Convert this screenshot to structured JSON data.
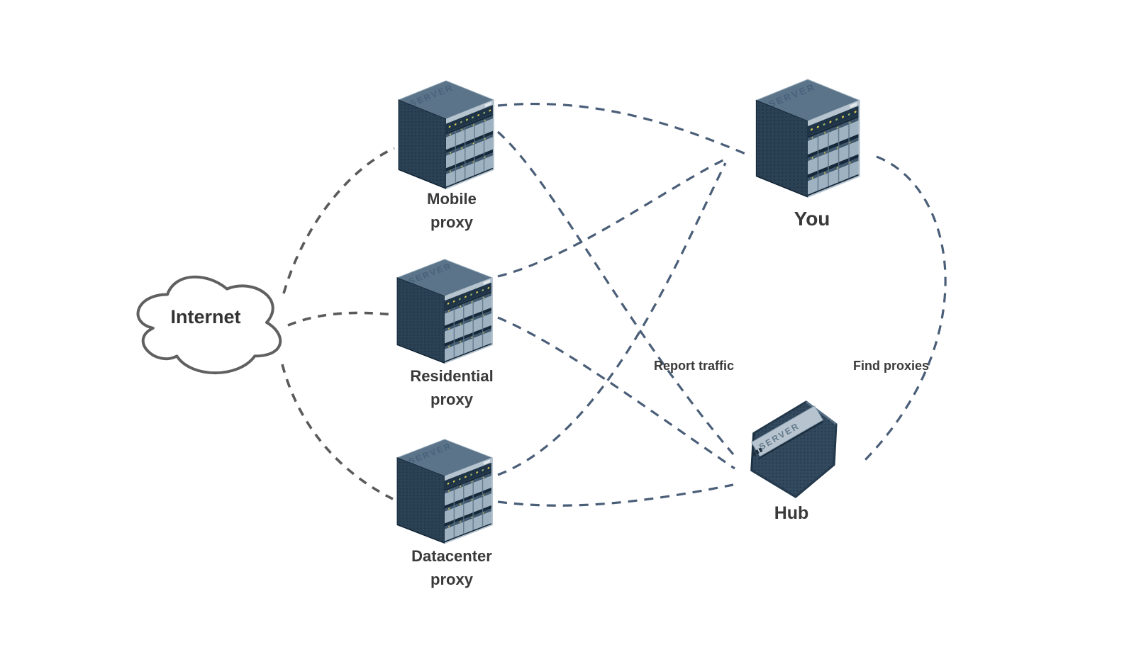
{
  "colors": {
    "background": "#ffffff",
    "link_blue": "#4a5e78",
    "link_gray": "#5a5a5a",
    "cloud_stroke": "#606060",
    "label_color": "#3a3a3a"
  },
  "cloud": {
    "label": "Internet"
  },
  "icon": {
    "server_text": "SERVER"
  },
  "nodes": {
    "mobile": {
      "lines": [
        "Mobile",
        "proxy"
      ]
    },
    "residential": {
      "lines": [
        "Residential",
        "proxy"
      ]
    },
    "datacenter": {
      "lines": [
        "Datacenter",
        "proxy"
      ]
    },
    "you": {
      "label": "You"
    },
    "hub": {
      "label": "Hub"
    }
  },
  "edge_labels": {
    "report_traffic": "Report traffic",
    "find_proxies": "Find proxies"
  },
  "connections": [
    {
      "from": "Internet",
      "to": "Mobile proxy"
    },
    {
      "from": "Internet",
      "to": "Residential proxy"
    },
    {
      "from": "Internet",
      "to": "Datacenter proxy"
    },
    {
      "from": "Mobile proxy",
      "to": "You"
    },
    {
      "from": "Residential proxy",
      "to": "You"
    },
    {
      "from": "Datacenter proxy",
      "to": "You"
    },
    {
      "from": "Mobile proxy",
      "to": "Hub",
      "label": "Report traffic"
    },
    {
      "from": "Residential proxy",
      "to": "Hub",
      "label": "Report traffic"
    },
    {
      "from": "Datacenter proxy",
      "to": "Hub",
      "label": "Report traffic"
    },
    {
      "from": "You",
      "to": "Hub",
      "label": "Find proxies"
    }
  ]
}
